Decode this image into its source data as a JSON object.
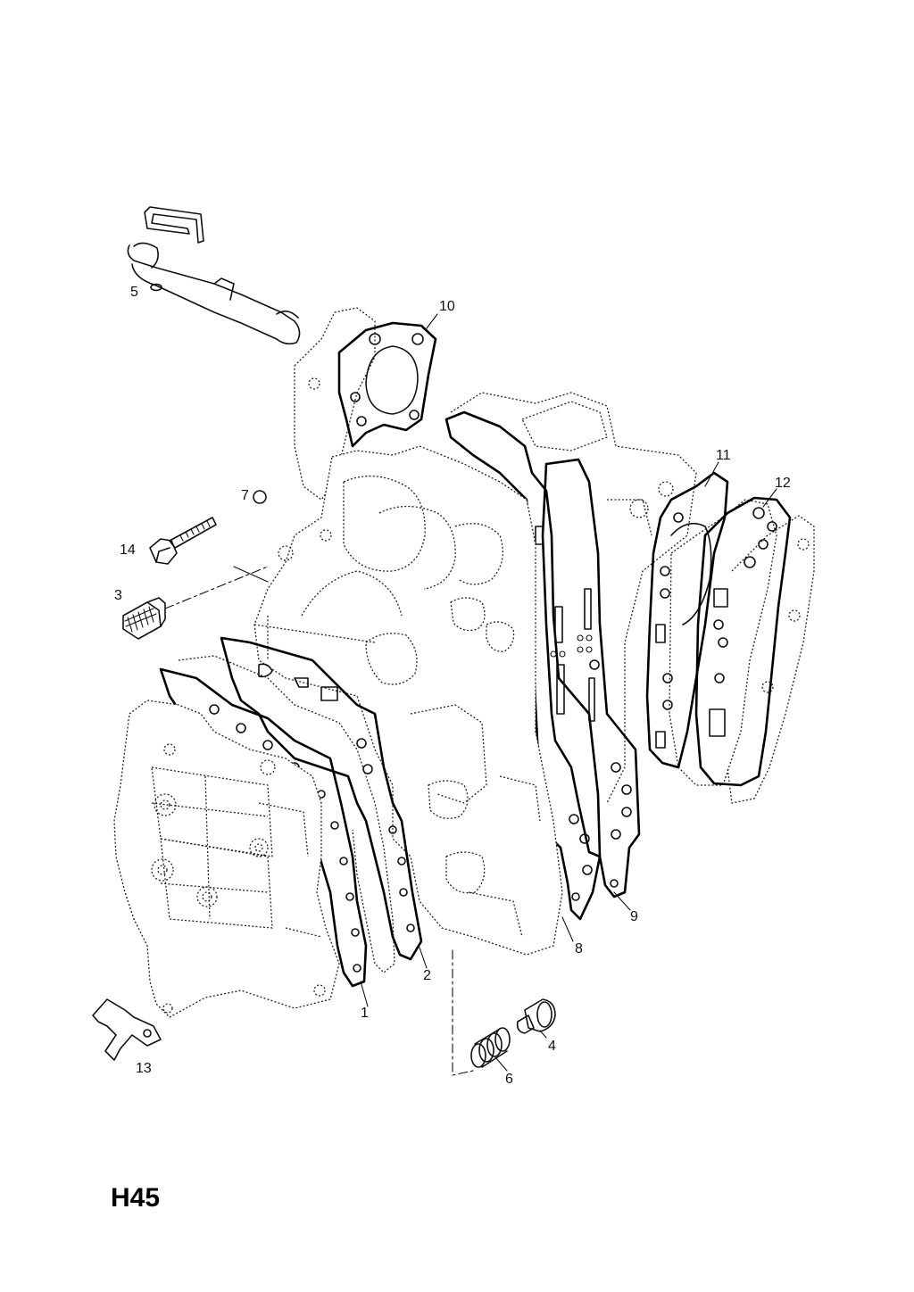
{
  "diagram": {
    "page_code": "H45",
    "callouts": {
      "c1": "1",
      "c2": "2",
      "c3": "3",
      "c4": "4",
      "c5": "5",
      "c6": "6",
      "c7": "7",
      "c8": "8",
      "c9": "9",
      "c10": "10",
      "c11": "11",
      "c12": "12",
      "c13": "13",
      "c14": "14"
    }
  }
}
